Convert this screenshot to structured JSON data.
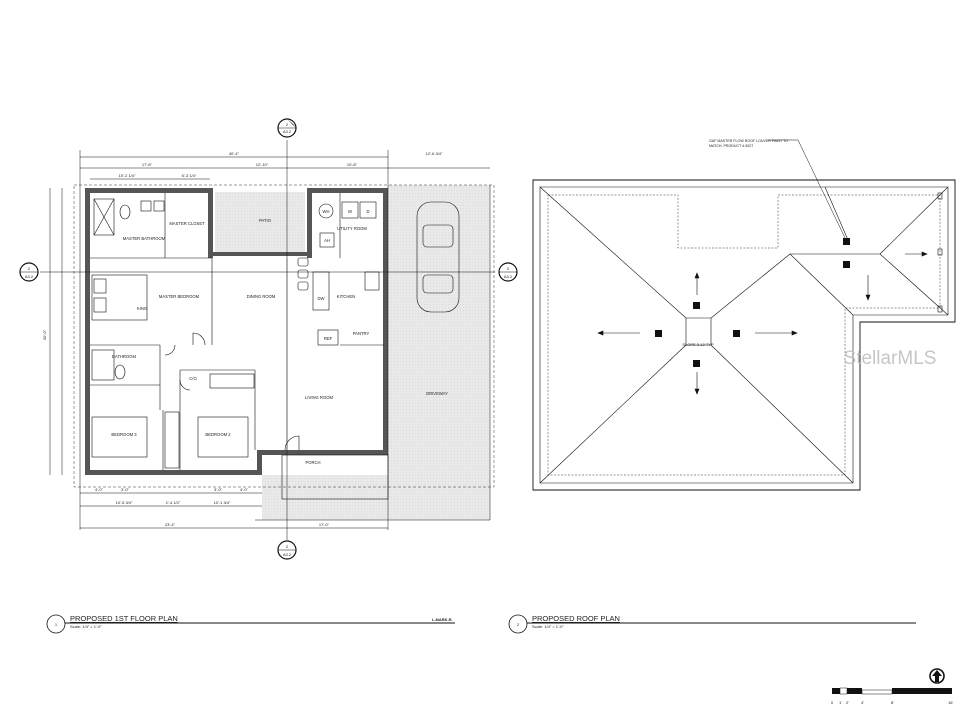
{
  "floor_plan": {
    "number": "1",
    "title": "PROPOSED 1ST FLOOR PLAN",
    "scale": "Scale: 1/4\" = 1'-0\"",
    "mark": "L.MARK.R.",
    "rooms": {
      "master_bathroom": "MASTER BATHROOM",
      "master_closet": "MASTER CLOSET",
      "patio": "PATIO",
      "utility_room": "UTILITY ROOM",
      "water_heater": "WH",
      "washer": "W",
      "dryer": "D",
      "air_handler": "AH",
      "master_bedroom": "MASTER BEDROOM",
      "bed_king": "KING",
      "dining_room": "DINING ROOM",
      "kitchen": "KITCHEN",
      "dishwasher": "DW",
      "refrigerator": "REF",
      "pantry": "PANTRY",
      "bathroom": "BATHROOM",
      "linen": "C/O",
      "living_room": "LIVING ROOM",
      "bedroom_3": "BEDROOM 3",
      "bedroom_2": "BEDROOM 2",
      "porch": "PORCH",
      "driveway": "DRIVEWAY"
    },
    "dimensions": {
      "overall_width": "40'-4\"",
      "top_left": "17'-6\"",
      "top_mid": "12'-10\"",
      "top_right": "10'-8\"",
      "driveway": "12'-6 3/4\"",
      "bath_width": "10'-2 1/4\"",
      "closet_width": "5'-3 1/4\"",
      "overall_depth": "30'-0\"",
      "bottom_a": "4'-0\"",
      "bottom_b": "3'-0\"",
      "bottom_c": "3'-0\"",
      "bottom_d": "4'-0\"",
      "bottom_e": "10'-5 3/4\"",
      "bottom_f": "2'-4 1/2\"",
      "bottom_g": "10'-1 3/4\"",
      "bottom_left": "23'-4\"",
      "bottom_right": "17'-0\""
    },
    "section_marker": {
      "number": "2",
      "sheet": "A3.2"
    }
  },
  "roof_plan": {
    "number": "2",
    "title": "PROPOSED ROOF PLAN",
    "scale": "Scale: 1/4\" = 1'-0\"",
    "note_line1": "GAF MASTER FLOW ROOF LOUVER PAINT TO",
    "note_line2": "MATCH. PRODUCT # 5027",
    "slope": "SLOPE 3-12 TYP"
  },
  "scale_bar": {
    "labels": [
      "0",
      "1'",
      "2'",
      "4'",
      "8'",
      "16'"
    ]
  },
  "north_arrow": "north-arrow-icon",
  "watermark": "StellarMLS"
}
